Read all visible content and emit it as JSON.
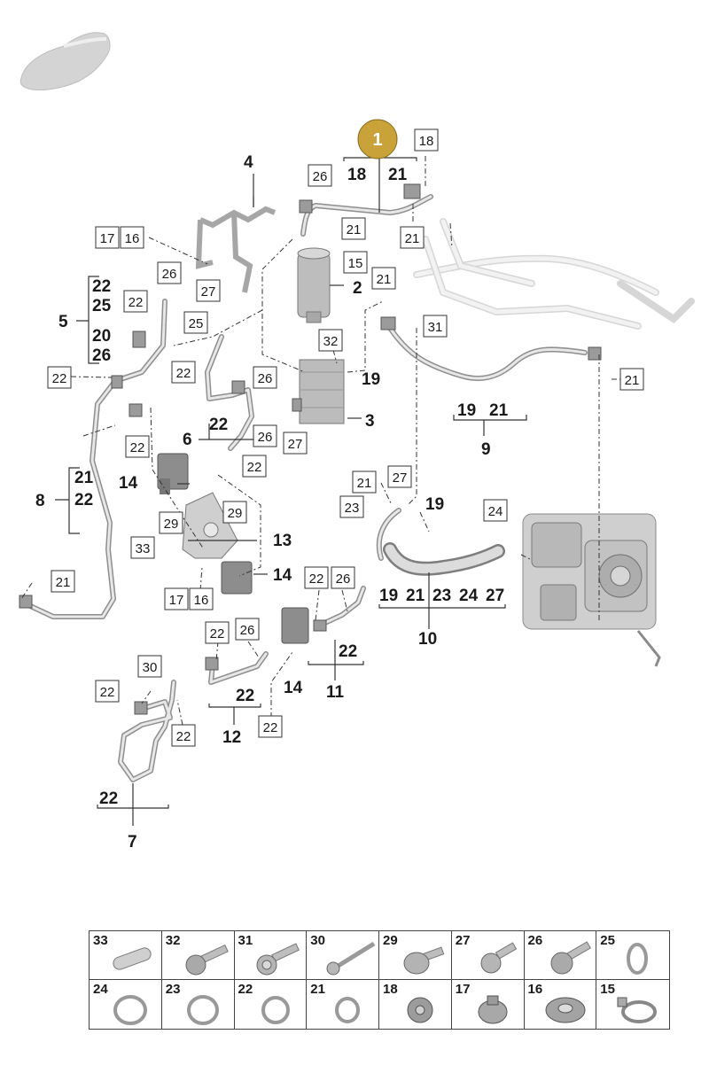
{
  "badge": {
    "label": "1",
    "color": "#c9a33a"
  },
  "callouts": {
    "n1": "2",
    "n2": "3",
    "n3": "4",
    "n4": "5",
    "n5": "6",
    "n6": "7",
    "n7": "8",
    "n8": "9",
    "n9": "10",
    "n10": "11",
    "n11": "12",
    "n12": "13",
    "n13": "14",
    "n14": "14",
    "n15": "14",
    "n16": "19",
    "n17": "19",
    "n18": "22",
    "n19": "22",
    "n20": "22",
    "n21": "22",
    "n22": "25",
    "n23": "20",
    "n24": "26",
    "n25": "21",
    "n26": "22",
    "n27": "22",
    "n28": "18",
    "n29": "21",
    "n30": "19",
    "n31": "21",
    "n32": "19",
    "n33": "21",
    "n34": "23",
    "n35": "24",
    "n36": "27"
  },
  "boxes": {
    "b1": "18",
    "b2": "26",
    "b3": "21",
    "b4": "21",
    "b5": "15",
    "b6": "17",
    "b7": "16",
    "b8": "26",
    "b9": "27",
    "b10": "22",
    "b11": "25",
    "b12": "21",
    "b13": "31",
    "b14": "32",
    "b15": "22",
    "b16": "26",
    "b17": "22",
    "b18": "22",
    "b19": "26",
    "b20": "27",
    "b21": "22",
    "b22": "21",
    "b23": "21",
    "b24": "27",
    "b25": "23",
    "b26": "24",
    "b27": "29",
    "b28": "29",
    "b29": "33",
    "b30": "17",
    "b31": "16",
    "b32": "21",
    "b33": "22",
    "b34": "26",
    "b35": "22",
    "b36": "26",
    "b37": "30",
    "b38": "22",
    "b39": "22",
    "b40": "22"
  },
  "legend": [
    {
      "num": "33",
      "icon": "pin-icon"
    },
    {
      "num": "32",
      "icon": "flange-bolt-icon"
    },
    {
      "num": "31",
      "icon": "collar-bolt-icon"
    },
    {
      "num": "30",
      "icon": "long-screw-icon"
    },
    {
      "num": "29",
      "icon": "washer-bolt-icon"
    },
    {
      "num": "27",
      "icon": "short-bolt-icon"
    },
    {
      "num": "26",
      "icon": "hex-bolt-icon"
    },
    {
      "num": "25",
      "icon": "o-ring-icon"
    },
    {
      "num": "24",
      "icon": "o-ring-icon"
    },
    {
      "num": "23",
      "icon": "o-ring-icon"
    },
    {
      "num": "22",
      "icon": "o-ring-icon"
    },
    {
      "num": "21",
      "icon": "o-ring-icon"
    },
    {
      "num": "18",
      "icon": "valve-cap-icon"
    },
    {
      "num": "17",
      "icon": "grommet-icon"
    },
    {
      "num": "16",
      "icon": "rubber-grommet-icon"
    },
    {
      "num": "15",
      "icon": "hose-clamp-icon"
    }
  ]
}
